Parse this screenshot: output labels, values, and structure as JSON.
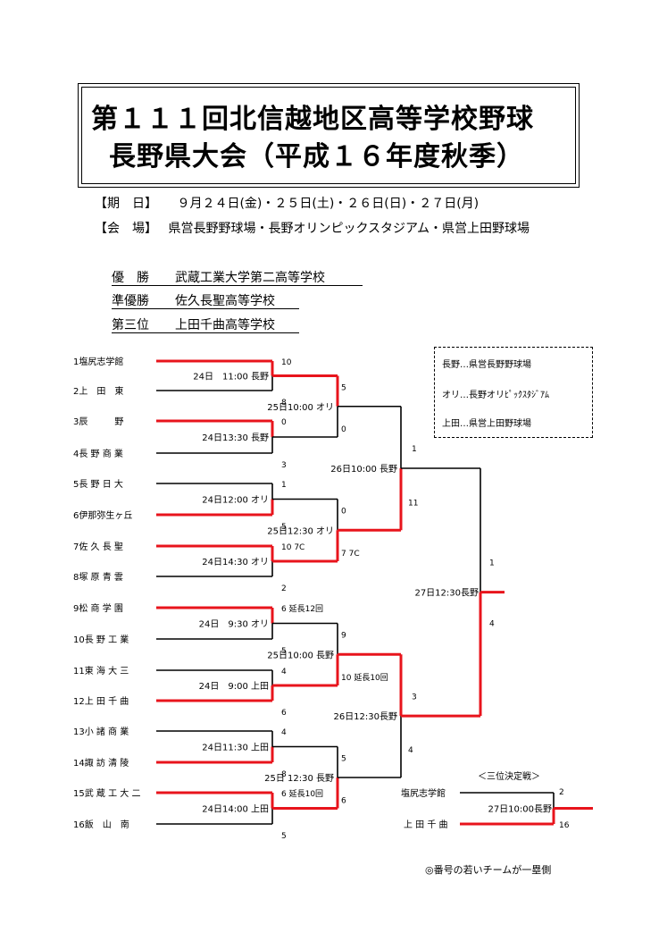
{
  "title": {
    "line1": "第１１１回北信越地区高等学校野球",
    "line2": "長野県大会（平成１６年度秋季）"
  },
  "info": {
    "dates_label": "【期　日】",
    "dates_value": "９月２４日(金)・２５日(土)・２６日(日)・２７日(月)",
    "venue_label": "【会　場】",
    "venue_value": "県営長野野球場・長野オリンピックスタジアム・県営上田野球場"
  },
  "results": [
    {
      "label": "優　勝",
      "school": "武蔵工業大学第二高等学校"
    },
    {
      "label": "準優勝",
      "school": "佐久長聖高等学校"
    },
    {
      "label": "第三位",
      "school": "上田千曲高等学校"
    }
  ],
  "legend": [
    "長野…県営長野野球場",
    "オリ…長野オリﾋﾟｯｸｽﾀｼﾞｱﾑ",
    "上田…県営上田野球場"
  ],
  "teams": [
    "1塩尻志学館",
    "2上　田　東",
    "3辰　　　野",
    "4長 野 商 業",
    "5長 野 日 大",
    "6伊那弥生ヶ丘",
    "7佐 久 長 聖",
    "8塚 原 青 雲",
    "9松 商 学 園",
    "10長 野 工 業",
    "11東 海 大 三",
    "12上 田 千 曲",
    "13小 諸 商 業",
    "14諏 訪 清 陵",
    "15武 蔵 工 大 二",
    "16飯　山　南"
  ],
  "schedules": {
    "r1": [
      "24日　11:00 長野",
      "24日13:30 長野",
      "24日12:00 オリ",
      "24日14:30 オリ",
      "24日　9:30 オリ",
      "24日　9:00 上田",
      "24日11:30 上田",
      "24日14:00 上田"
    ],
    "r2": [
      "25日10:00 オリ",
      "25日12:30 オリ",
      "25日10:00 長野",
      "25日 12:30 長野"
    ],
    "r3": [
      "26日10:00 長野",
      "26日12:30長野"
    ],
    "final": "27日12:30長野"
  },
  "scores": {
    "r1": [
      "10",
      "8",
      "0",
      "3",
      "1",
      "5",
      "10 7C",
      "2",
      "6 延長12回",
      "5",
      "4",
      "6",
      "4",
      "8",
      "6 延長10回",
      "5"
    ],
    "r2": [
      "5",
      "0",
      "0",
      "7 7C",
      "9",
      "10 延長10回",
      "5",
      "6"
    ],
    "r3": [
      "1",
      "11",
      "3",
      "4"
    ],
    "final": [
      "1",
      "4"
    ]
  },
  "third_place": {
    "heading": "＜三位決定戦＞",
    "team_a": "塩尻志学館",
    "team_b": "上 田 千 曲",
    "schedule": "27日10:00長野",
    "score_a": "2",
    "score_b": "16"
  },
  "colors": {
    "winner_line": "#e8141c",
    "line": "#000000"
  },
  "note": "◎番号の若いチームが一塁側"
}
